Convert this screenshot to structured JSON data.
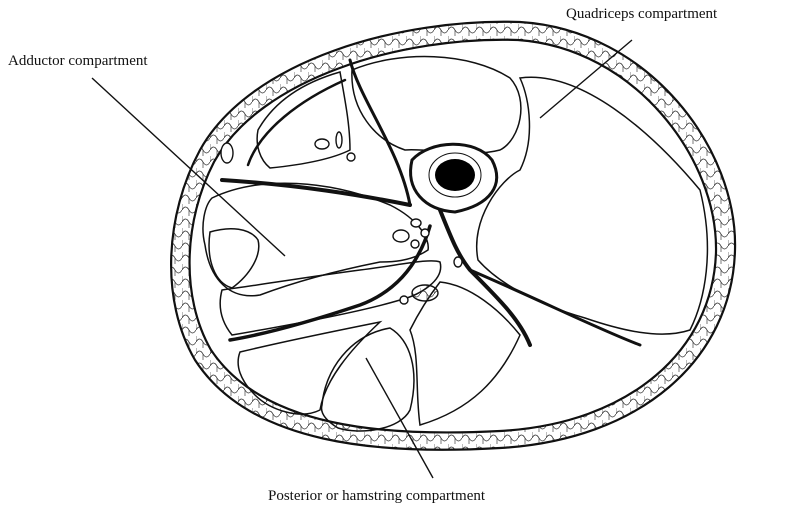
{
  "figure": {
    "labels": {
      "quadriceps": "Quadriceps compartment",
      "adductor": "Adductor compartment",
      "posterior": "Posterior or hamstring compartment"
    }
  },
  "colors": {
    "ink": "#111111",
    "background": "#ffffff",
    "bone_marrow": "#000000"
  }
}
